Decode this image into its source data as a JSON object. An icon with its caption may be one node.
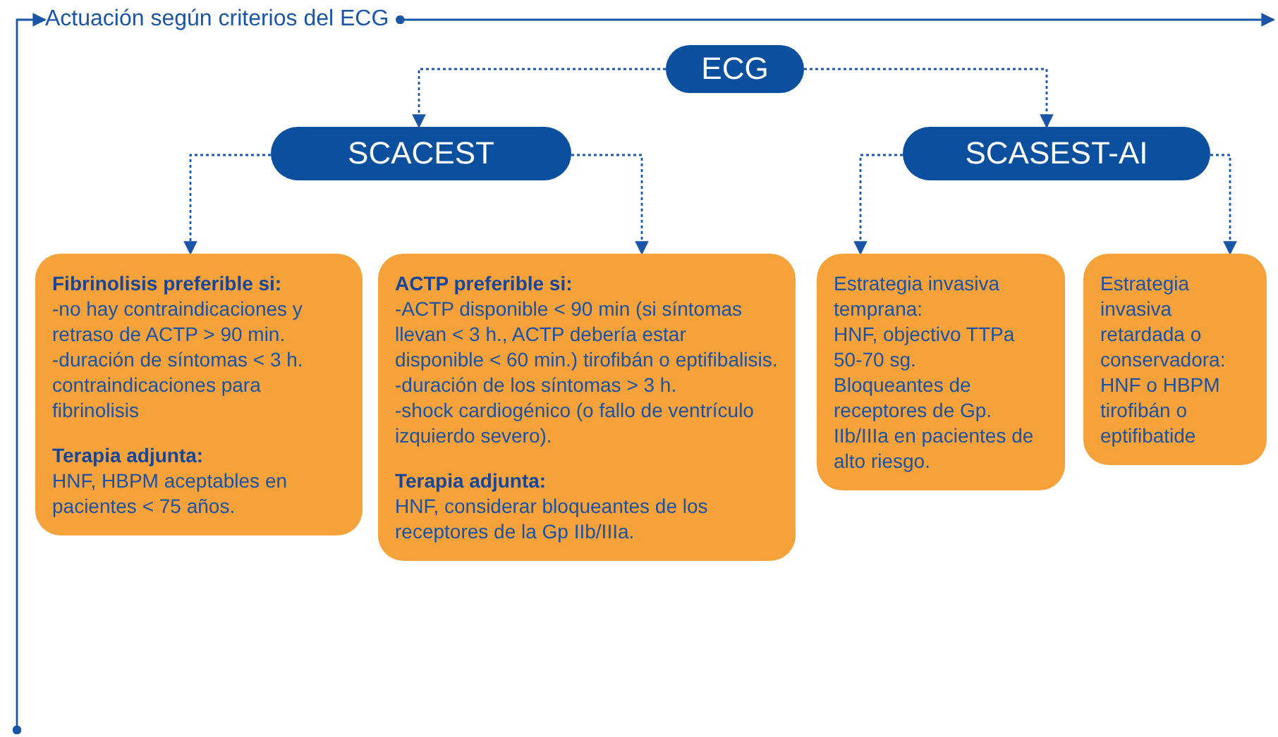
{
  "diagram": {
    "nodes": [
      {
        "text": [
          "Actuación según criterios del ECG"
        ]
      },
      {
        "text": [
          "ECG"
        ]
      },
      {
        "text": [
          "SCACEST"
        ]
      },
      {
        "text": [
          "SCASEST-AI"
        ]
      },
      {
        "text": [
          "Fibrinolisis preferible si:",
          "-no hay contraindicaciones y retraso de ACTP > 90 min.",
          "-duración de síntomas < 3 h. contraindicaciones para fibrinolisis",
          "Terapia adjunta:",
          "HNF, HBPM aceptables en pacientes < 75 años."
        ]
      },
      {
        "text": [
          "ACTP preferible si:",
          "-ACTP disponible < 90 min (si síntomas llevan < 3 h., ACTP debería estar disponible < 60 min.) tirofibán o eptifibalisis.",
          "-duración de los síntomas > 3 h.",
          "-shock cardiogénico (o fallo de ventrículo izquierdo severo).",
          "Terapia adjunta:",
          "HNF, considerar bloqueantes de los receptores de la Gp IIb/IIIa."
        ]
      },
      {
        "text": [
          "Estrategia invasiva temprana:",
          "HNF, objectivo TTPa 50-70 sg.",
          "Bloqueantes de receptores de Gp. IIb/IIIa en pacientes de alto riesgo."
        ]
      },
      {
        "text": [
          "Estrategia invasiva retardada o conservadora:",
          "HNF o HBPM",
          "tirofibán o eptifibatide"
        ]
      }
    ],
    "edges": [
      {
        "from": null,
        "to": 0,
        "arrow": "to"
      },
      {
        "from": 0,
        "to": null,
        "arrow": "to"
      },
      {
        "from": 1,
        "to": 2,
        "arrow": "to",
        "style": "dashed"
      },
      {
        "from": 1,
        "to": 3,
        "arrow": "to",
        "style": "dashed"
      },
      {
        "from": 2,
        "to": 4,
        "arrow": "to",
        "style": "dashed"
      },
      {
        "from": 2,
        "to": 5,
        "arrow": "to",
        "style": "dashed"
      },
      {
        "from": 3,
        "to": 6,
        "arrow": "to",
        "style": "dashed"
      },
      {
        "from": 3,
        "to": 7,
        "arrow": "to",
        "style": "dashed"
      }
    ]
  }
}
